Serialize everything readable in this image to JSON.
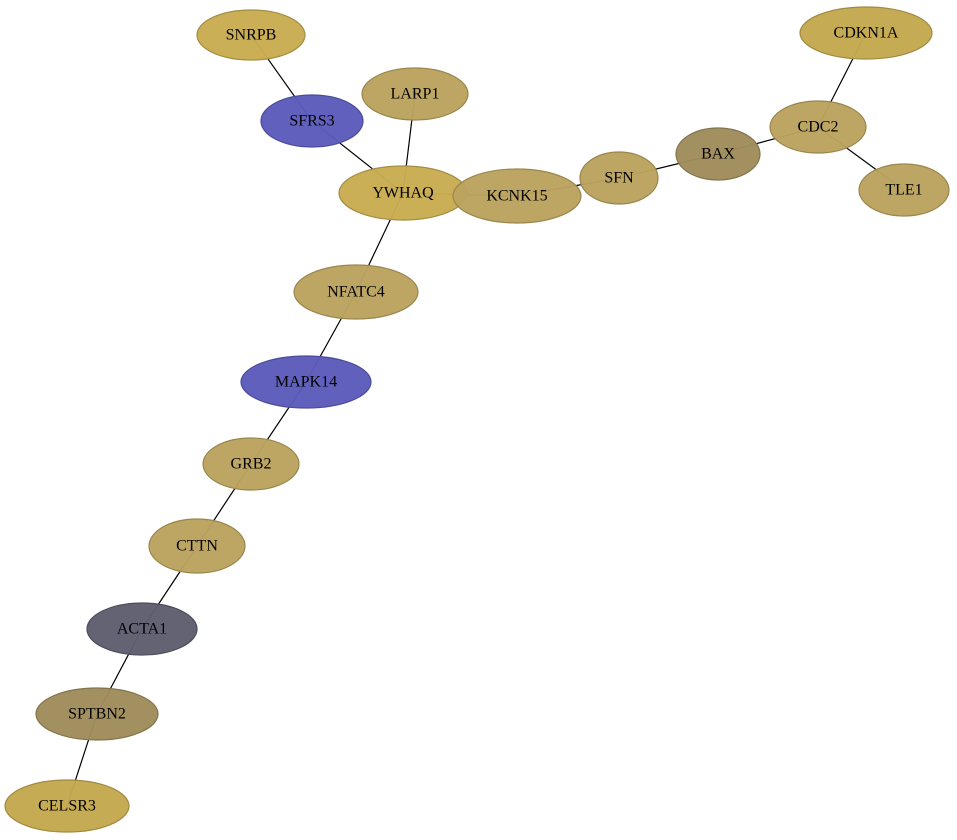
{
  "palette": {
    "gold": "#c4a84f",
    "gold_light": "#c9ac52",
    "tan": "#bba35e",
    "khaki_dark": "#a08c5c",
    "blue": "#5c5cbb",
    "slate": "#5e5e6e",
    "node_stroke_gold": "#a99340",
    "node_stroke_blue": "#3e3ea5",
    "node_stroke_dark": "#4a4a58",
    "edge": "#000000"
  },
  "nodes": [
    {
      "id": "SNRPB",
      "label": "SNRPB",
      "color": "#c9ac52"
    },
    {
      "id": "LARP1",
      "label": "LARP1",
      "color": "#bba35e"
    },
    {
      "id": "SFRS3",
      "label": "SFRS3",
      "color": "#5c5cbb"
    },
    {
      "id": "YWHAQ",
      "label": "YWHAQ",
      "color": "#c9ac52"
    },
    {
      "id": "KCNK15",
      "label": "KCNK15",
      "color": "#bba35e"
    },
    {
      "id": "SFN",
      "label": "SFN",
      "color": "#bba35e"
    },
    {
      "id": "BAX",
      "label": "BAX",
      "color": "#a08c5c"
    },
    {
      "id": "CDC2",
      "label": "CDC2",
      "color": "#bba35e"
    },
    {
      "id": "CDKN1A",
      "label": "CDKN1A",
      "color": "#c4a84f"
    },
    {
      "id": "TLE1",
      "label": "TLE1",
      "color": "#bba35e"
    },
    {
      "id": "NFATC4",
      "label": "NFATC4",
      "color": "#bba35e"
    },
    {
      "id": "MAPK14",
      "label": "MAPK14",
      "color": "#5c5cbb"
    },
    {
      "id": "GRB2",
      "label": "GRB2",
      "color": "#bba35e"
    },
    {
      "id": "CTTN",
      "label": "CTTN",
      "color": "#bba35e"
    },
    {
      "id": "ACTA1",
      "label": "ACTA1",
      "color": "#5e5e6e"
    },
    {
      "id": "SPTBN2",
      "label": "SPTBN2",
      "color": "#a08c5c"
    },
    {
      "id": "CELSR3",
      "label": "CELSR3",
      "color": "#c4a84f"
    }
  ],
  "edges": [
    {
      "source": "SNRPB",
      "target": "SFRS3"
    },
    {
      "source": "SFRS3",
      "target": "YWHAQ"
    },
    {
      "source": "LARP1",
      "target": "YWHAQ"
    },
    {
      "source": "YWHAQ",
      "target": "KCNK15"
    },
    {
      "source": "KCNK15",
      "target": "SFN"
    },
    {
      "source": "SFN",
      "target": "BAX"
    },
    {
      "source": "BAX",
      "target": "CDC2"
    },
    {
      "source": "CDC2",
      "target": "CDKN1A"
    },
    {
      "source": "CDC2",
      "target": "TLE1"
    },
    {
      "source": "YWHAQ",
      "target": "NFATC4"
    },
    {
      "source": "NFATC4",
      "target": "MAPK14"
    },
    {
      "source": "MAPK14",
      "target": "GRB2"
    },
    {
      "source": "GRB2",
      "target": "CTTN"
    },
    {
      "source": "CTTN",
      "target": "ACTA1"
    },
    {
      "source": "ACTA1",
      "target": "SPTBN2"
    },
    {
      "source": "SPTBN2",
      "target": "CELSR3"
    }
  ]
}
